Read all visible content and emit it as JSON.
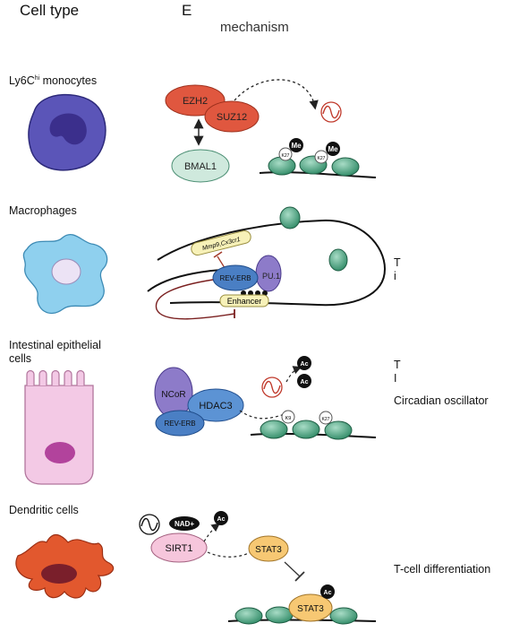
{
  "headers": {
    "cell_type": "Cell type",
    "col2_letter": "E",
    "mechanism": "mechanism"
  },
  "rows": [
    {
      "cell": "Ly6C",
      "cell_sup": "hi",
      "cell_rest": " monocytes",
      "molecules": {
        "a": "EZH2",
        "b": "SUZ12",
        "c": "BMAL1",
        "mark1": "Me",
        "mark2": "Me",
        "k1": "K27",
        "k2": "K27"
      },
      "right_text": ""
    },
    {
      "cell": "Macrophages",
      "molecules": {
        "genes": "Mmp9,Cx3cr1",
        "a": "REV-ERB",
        "b": "PU.1",
        "enh": "Enhancer"
      },
      "right_text": "T",
      "right_text2": "i"
    },
    {
      "cell_lines": [
        "Intestinal epithelial",
        "cells"
      ],
      "molecules": {
        "a": "NCoR",
        "b": "HDAC3",
        "c": "REV-ERB",
        "ac1": "Ac",
        "ac2": "Ac",
        "k1": "K9",
        "k2": "K27"
      },
      "right_lines": [
        "T",
        "I",
        "Circadian oscillator"
      ]
    },
    {
      "cell": "Dendritic cells",
      "molecules": {
        "nad": "NAD+",
        "a": "SIRT1",
        "ac1": "Ac",
        "b": "STAT3",
        "c": "STAT3",
        "ac2": "Ac"
      },
      "right_text": "T-cell differentiation"
    }
  ],
  "colors": {
    "ezh2": "#e0573f",
    "suz12": "#e0573f",
    "bmal1": "#cfe9dd",
    "nucleosome": "#3f9a78",
    "monocyte": "#5b55b8",
    "macrophage": "#8fd0ee",
    "epithelial": "#f3c9e5",
    "dendritic": "#e2582e",
    "rev_erb": "#4a7fc4",
    "ncor": "#8d7bc9",
    "hdac3": "#5c93d4",
    "sirt1": "#f6c6dc",
    "stat3": "#f7c873"
  },
  "icons": [
    "oscillation-icon",
    "double-arrow-icon",
    "inhibition-icon",
    "dashed-arrow-icon"
  ]
}
